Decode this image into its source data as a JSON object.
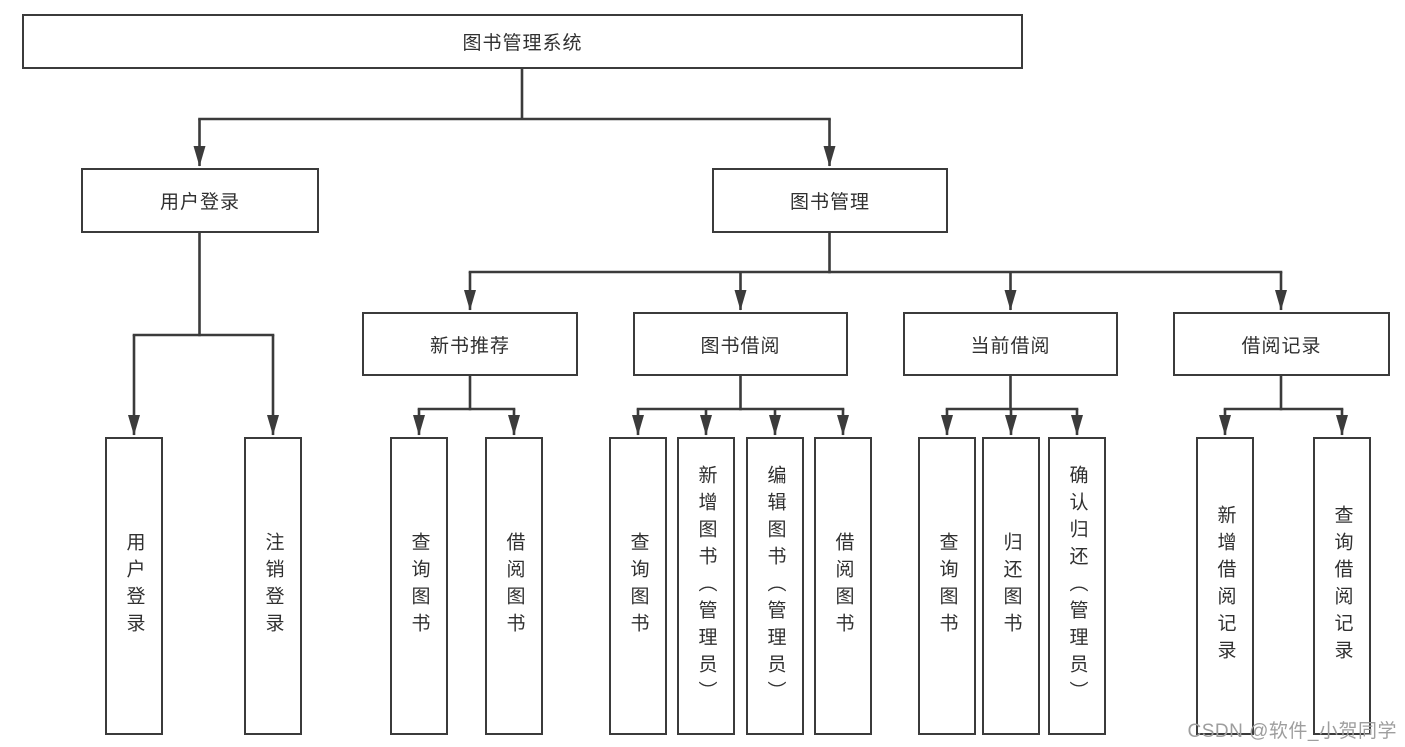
{
  "diagram": {
    "root": {
      "label": "图书管理系统"
    },
    "branches": [
      {
        "label": "用户登录",
        "children": [
          {
            "label": "用户登录"
          },
          {
            "label": "注销登录"
          }
        ]
      },
      {
        "label": "图书管理",
        "children": [
          {
            "label": "新书推荐",
            "children": [
              {
                "label": "查询图书"
              },
              {
                "label": "借阅图书"
              }
            ]
          },
          {
            "label": "图书借阅",
            "children": [
              {
                "label": "查询图书"
              },
              {
                "label": "新增图书（管理员）"
              },
              {
                "label": "编辑图书（管理员）"
              },
              {
                "label": "借阅图书"
              }
            ]
          },
          {
            "label": "当前借阅",
            "children": [
              {
                "label": "查询图书"
              },
              {
                "label": "归还图书"
              },
              {
                "label": "确认归还（管理员）"
              }
            ]
          },
          {
            "label": "借阅记录",
            "children": [
              {
                "label": "新增借阅记录"
              },
              {
                "label": "查询借阅记录"
              }
            ]
          }
        ]
      }
    ]
  },
  "watermark": {
    "text": "CSDN @软件_小贺同学"
  },
  "colors": {
    "line": "#3b3b3b",
    "text": "#303030",
    "watermark": "#9e9e9e",
    "background": "#ffffff"
  }
}
